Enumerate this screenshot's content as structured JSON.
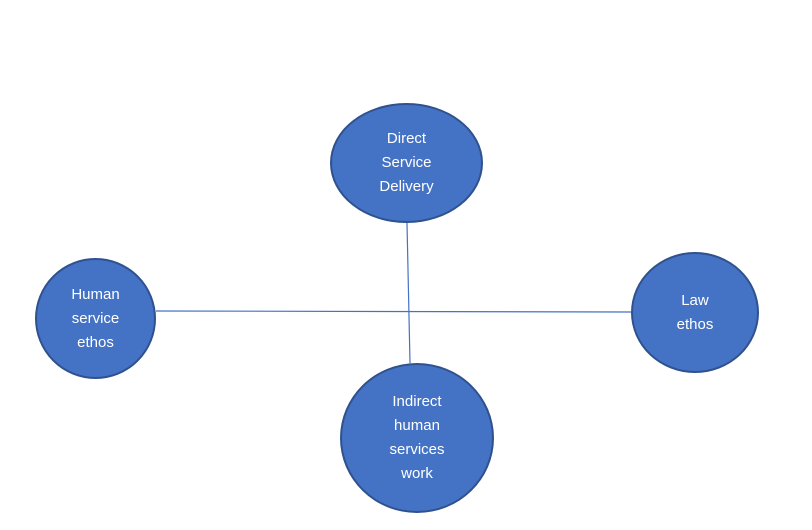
{
  "colors": {
    "node_fill": "#4472c4",
    "node_border": "#2f528f",
    "connector": "#4472c4",
    "label": "#ffffff",
    "background": "#ffffff"
  },
  "nodes": {
    "top": {
      "label": "Direct\nService\nDelivery"
    },
    "left": {
      "label": "Human\nservice\nethos"
    },
    "right": {
      "label": "Law\nethos"
    },
    "bottom": {
      "label": "Indirect\nhuman\nservices\nwork"
    }
  },
  "connectors": [
    {
      "from": "left",
      "to": "right"
    },
    {
      "from": "top",
      "to": "bottom"
    }
  ]
}
